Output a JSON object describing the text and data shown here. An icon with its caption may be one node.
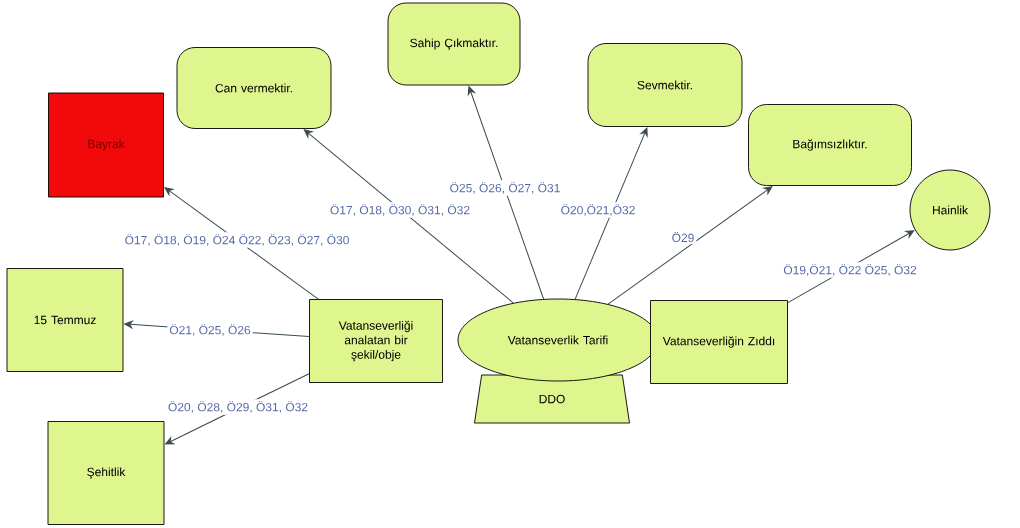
{
  "diagram": {
    "nodes": [
      {
        "text": [
          "Sahip Çıkmaktır."
        ]
      },
      {
        "text": [
          "Can vermektir."
        ]
      },
      {
        "text": [
          "Sevmektir."
        ]
      },
      {
        "text": [
          "Bayrak"
        ]
      },
      {
        "text": [
          "Bağımsızlıktır."
        ]
      },
      {
        "text": [
          "Hainlik"
        ]
      },
      {
        "text": [
          "15 Temmuz"
        ]
      },
      {
        "text": [
          "Vatanseverliği analatan bir şekil/obje"
        ]
      },
      {
        "text": [
          "Vatanseverlik Tarifi"
        ]
      },
      {
        "text": [
          "DDO"
        ]
      },
      {
        "text": [
          "Vatanseverliğin Zıddı"
        ]
      },
      {
        "text": [
          "Şehitlik"
        ]
      }
    ],
    "edges": [
      {
        "from": 8,
        "to": 1,
        "arrow": "to",
        "label": "Ö17, Ö18, Ö30, Ö31, Ö32"
      },
      {
        "from": 8,
        "to": 0,
        "arrow": "to",
        "label": "Ö25, Ö26, Ö27, Ö31"
      },
      {
        "from": 8,
        "to": 2,
        "arrow": "to",
        "label": "Ö20,Ö21,Ö32"
      },
      {
        "from": 8,
        "to": 4,
        "arrow": "to",
        "label": "Ö29"
      },
      {
        "from": 7,
        "to": 3,
        "arrow": "to",
        "label": "Ö17, Ö18, Ö19, Ö24 Ö22, Ö23, Ö27, Ö30"
      },
      {
        "from": 7,
        "to": 6,
        "arrow": "to",
        "label": "Ö21, Ö25, Ö26"
      },
      {
        "from": 7,
        "to": 11,
        "arrow": "to",
        "label": "Ö20, Ö28, Ö29, Ö31, Ö32"
      },
      {
        "from": 10,
        "to": 5,
        "arrow": "to",
        "label": "Ö19,Ö21, Ö22 Ö25, Ö32"
      }
    ]
  }
}
